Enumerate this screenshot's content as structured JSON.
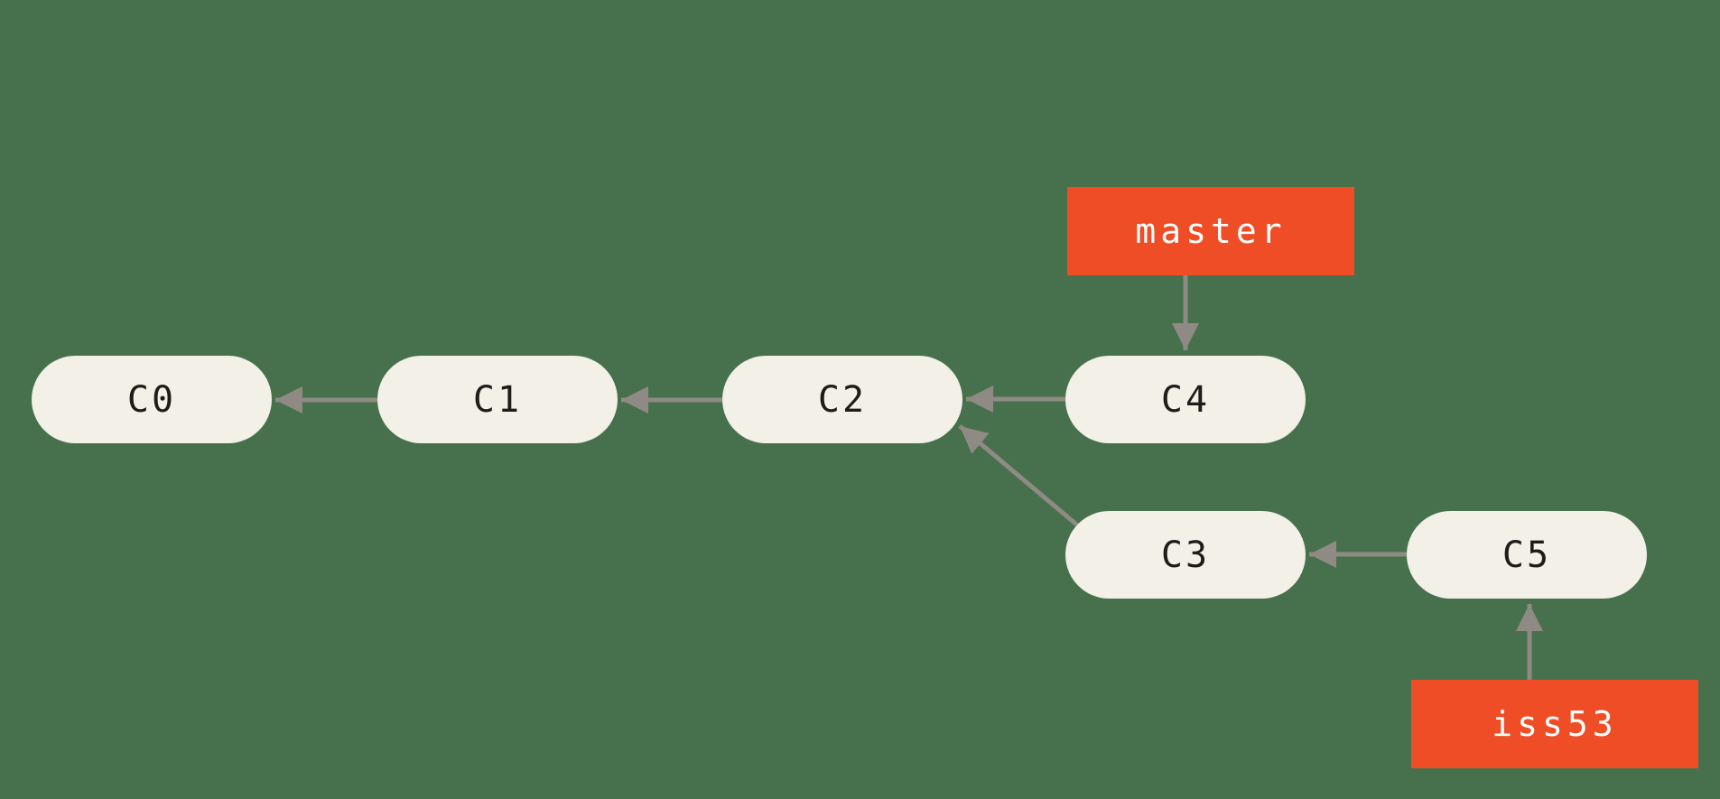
{
  "diagram": {
    "type": "git-commit-graph",
    "colors": {
      "background": "#47714D",
      "commit_fill": "#F2F0E7",
      "commit_text": "#1E1C19",
      "branch_fill": "#EE4D26",
      "branch_text": "#FFFFFF",
      "arrow": "#8F8A83"
    },
    "commits": [
      {
        "id": "C0",
        "label": "C0"
      },
      {
        "id": "C1",
        "label": "C1"
      },
      {
        "id": "C2",
        "label": "C2"
      },
      {
        "id": "C4",
        "label": "C4"
      },
      {
        "id": "C3",
        "label": "C3"
      },
      {
        "id": "C5",
        "label": "C5"
      }
    ],
    "branches": [
      {
        "id": "master",
        "label": "master",
        "points_to": "C4"
      },
      {
        "id": "iss53",
        "label": "iss53",
        "points_to": "C5"
      }
    ],
    "edges": [
      {
        "from": "C1",
        "to": "C0"
      },
      {
        "from": "C2",
        "to": "C1"
      },
      {
        "from": "C4",
        "to": "C2"
      },
      {
        "from": "C3",
        "to": "C2"
      },
      {
        "from": "C5",
        "to": "C3"
      },
      {
        "from": "master",
        "to": "C4"
      },
      {
        "from": "iss53",
        "to": "C5"
      }
    ]
  }
}
